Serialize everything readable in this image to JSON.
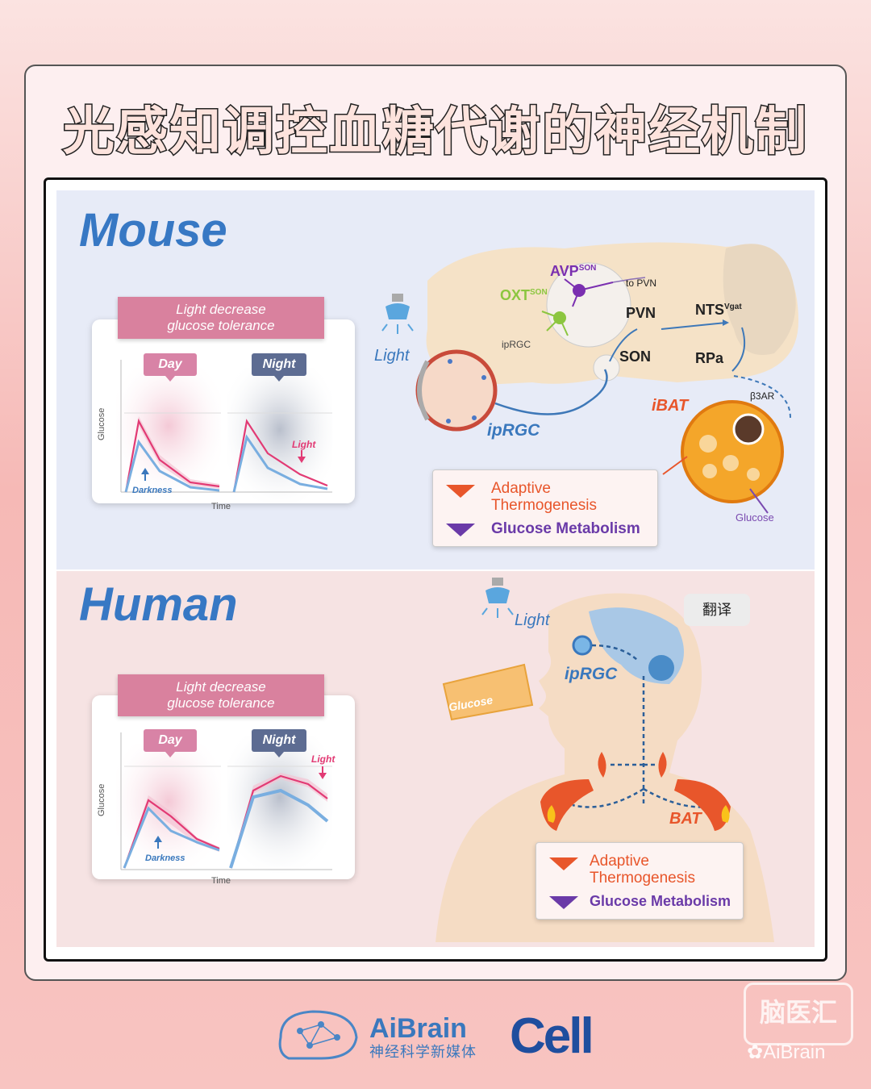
{
  "title": "光感知调控血糖代谢的神经机制",
  "mouse": {
    "label": "Mouse",
    "chart": {
      "banner_line1": "Light decrease",
      "banner_line2": "glucose tolerance",
      "day": "Day",
      "night": "Night",
      "ylabel": "Glucose",
      "xlabel": "Time",
      "darkness": "Darkness",
      "light": "Light"
    },
    "diagram": {
      "light": "Light",
      "avp": "AVP",
      "avp_sup": "SON",
      "oxt": "OXT",
      "oxt_sup": "SON",
      "to_pvn": "to PVN",
      "iprgc_small": "ipRGC",
      "pvn": "PVN",
      "son": "SON",
      "nts": "NTS",
      "nts_sup": "Vgat",
      "rpa": "RPa",
      "b3ar": "β3AR",
      "ibat": "iBAT",
      "iprgc": "ipRGC",
      "glucose": "Glucose"
    },
    "legend": {
      "adaptive_line1": "Adaptive",
      "adaptive_line2": "Thermogenesis",
      "glucose": "Glucose Metabolism"
    }
  },
  "human": {
    "label": "Human",
    "chart": {
      "banner_line1": "Light decrease",
      "banner_line2": "glucose tolerance",
      "day": "Day",
      "night": "Night",
      "ylabel": "Glucose",
      "xlabel": "Time",
      "darkness": "Darkness",
      "light": "Light"
    },
    "diagram": {
      "light": "Light",
      "iprgc": "ipRGC",
      "glucose_cup": "Glucose",
      "bat": "BAT"
    },
    "translate": "翻译",
    "legend": {
      "adaptive_line1": "Adaptive",
      "adaptive_line2": "Thermogenesis",
      "glucose": "Glucose Metabolism"
    }
  },
  "footer": {
    "brand": "AiBrain",
    "brand_sub": "神经科学新媒体",
    "journal": "Cell",
    "watermark_wechat": "AiBrain",
    "watermark_stamp": "脑医汇"
  },
  "colors": {
    "accent_blue": "#3778c4",
    "day_pink": "#d883a6",
    "night_slate": "#5d6c92",
    "orange": "#e8562b",
    "purple": "#6a3aa8"
  }
}
